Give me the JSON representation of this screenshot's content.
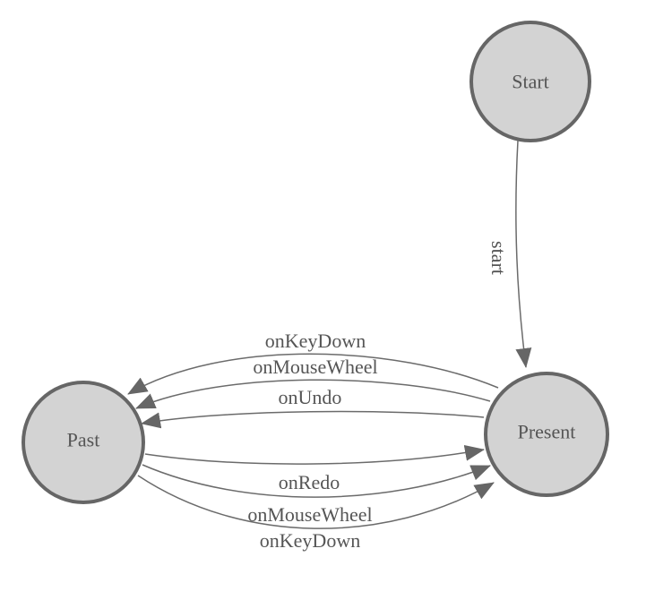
{
  "diagram": {
    "type": "finite-state-machine",
    "nodes": [
      {
        "id": "start",
        "label": "Start"
      },
      {
        "id": "past",
        "label": "Past"
      },
      {
        "id": "present",
        "label": "Present"
      }
    ],
    "edges": [
      {
        "from": "start",
        "to": "present",
        "label": "start"
      },
      {
        "from": "present",
        "to": "past",
        "label": "onKeyDown"
      },
      {
        "from": "present",
        "to": "past",
        "label": "onMouseWheel"
      },
      {
        "from": "present",
        "to": "past",
        "label": "onUndo"
      },
      {
        "from": "past",
        "to": "present",
        "label": "onRedo"
      },
      {
        "from": "past",
        "to": "present",
        "label": "onMouseWheel"
      },
      {
        "from": "past",
        "to": "present",
        "label": "onKeyDown"
      }
    ],
    "colors": {
      "node_fill": "#d3d3d3",
      "node_stroke": "#666666",
      "edge_stroke": "#6b6b6b",
      "arrow_fill": "#666666",
      "label_color": "#555555",
      "background": "#ffffff"
    }
  }
}
